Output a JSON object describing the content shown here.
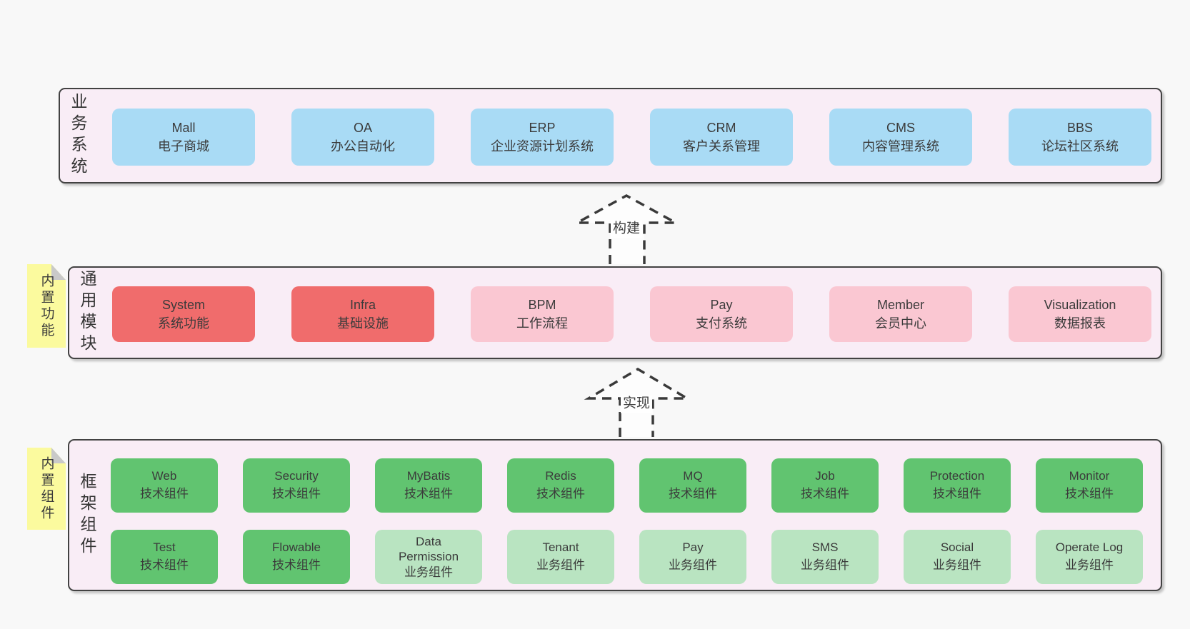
{
  "palette": {
    "page_bg": "#f8f8f8",
    "section_bg": "#f9edf6",
    "section_border": "#424242",
    "blue_box": "#a9dbf5",
    "red_box": "#f06c6c",
    "pink_box": "#fac7d2",
    "green_dark_box": "#61c470",
    "green_light_box": "#b9e4c1",
    "yellow_tab": "#fbfa9e",
    "text": "#3b3b3b"
  },
  "business": {
    "label": "业务系统",
    "items": [
      {
        "en": "Mall",
        "zh": "电子商城"
      },
      {
        "en": "OA",
        "zh": "办公自动化"
      },
      {
        "en": "ERP",
        "zh": "企业资源计划系统"
      },
      {
        "en": "CRM",
        "zh": "客户关系管理"
      },
      {
        "en": "CMS",
        "zh": "内容管理系统"
      },
      {
        "en": "BBS",
        "zh": "论坛社区系统"
      }
    ]
  },
  "modules": {
    "label": "通用模块",
    "tag": "内置功能",
    "items": [
      {
        "en": "System",
        "zh": "系统功能"
      },
      {
        "en": "Infra",
        "zh": "基础设施"
      },
      {
        "en": "BPM",
        "zh": "工作流程"
      },
      {
        "en": "Pay",
        "zh": "支付系统"
      },
      {
        "en": "Member",
        "zh": "会员中心"
      },
      {
        "en": "Visualization",
        "zh": "数据报表"
      }
    ]
  },
  "framework": {
    "label": "框架组件",
    "tag": "内置组件",
    "row1": [
      {
        "en": "Web",
        "zh": "技术组件"
      },
      {
        "en": "Security",
        "zh": "技术组件"
      },
      {
        "en": "MyBatis",
        "zh": "技术组件"
      },
      {
        "en": "Redis",
        "zh": "技术组件"
      },
      {
        "en": "MQ",
        "zh": "技术组件"
      },
      {
        "en": "Job",
        "zh": "技术组件"
      },
      {
        "en": "Protection",
        "zh": "技术组件"
      },
      {
        "en": "Monitor",
        "zh": "技术组件"
      }
    ],
    "row2": [
      {
        "en": "Test",
        "zh": "技术组件"
      },
      {
        "en": "Flowable",
        "zh": "技术组件"
      },
      {
        "en": "Data Permission",
        "zh": "业务组件"
      },
      {
        "en": "Tenant",
        "zh": "业务组件"
      },
      {
        "en": "Pay",
        "zh": "业务组件"
      },
      {
        "en": "SMS",
        "zh": "业务组件"
      },
      {
        "en": "Social",
        "zh": "业务组件"
      },
      {
        "en": "Operate Log",
        "zh": "业务组件"
      }
    ]
  },
  "arrows": {
    "build": "构建",
    "implement": "实现"
  }
}
